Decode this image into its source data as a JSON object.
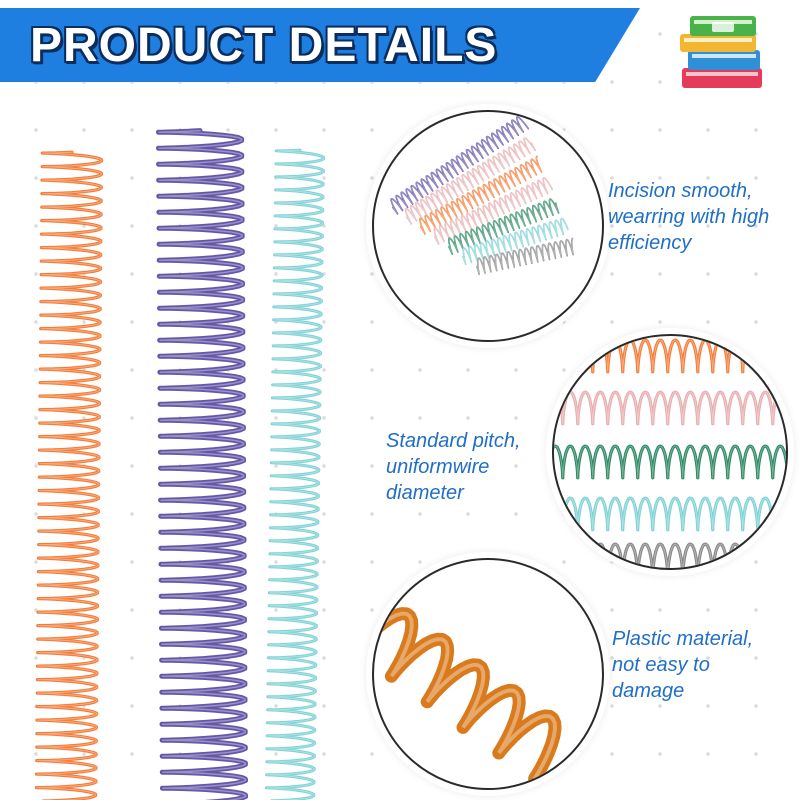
{
  "header": {
    "title": "PRODUCT DETAILS"
  },
  "features": [
    {
      "lines": [
        "Incision smooth,",
        "wearring with high",
        "efficiency"
      ]
    },
    {
      "lines": [
        "Standard pitch,",
        "uniformwire",
        "diameter"
      ]
    },
    {
      "lines": [
        "Plastic material,",
        "not easy to",
        "damage"
      ]
    }
  ],
  "icons": {
    "logo": "stack-of-books-icon",
    "hero": "binding-coil-springs",
    "detail_1": "assorted-coils-diagonal",
    "detail_2": "coils-close-up",
    "detail_3": "single-coil-macro"
  },
  "colors": {
    "banner": "#1f7fe0",
    "banner_text": "#ffffff",
    "banner_outline": "#0b2d5e",
    "feature_text": "#1f6fc7",
    "orange": "#f47d3a",
    "purple": "#6556a8",
    "teal": "#7fd2d6",
    "pink": "#e8aeb0",
    "green": "#2e8a65",
    "gray": "#8a8a8a",
    "amber": "#d97a1c"
  }
}
